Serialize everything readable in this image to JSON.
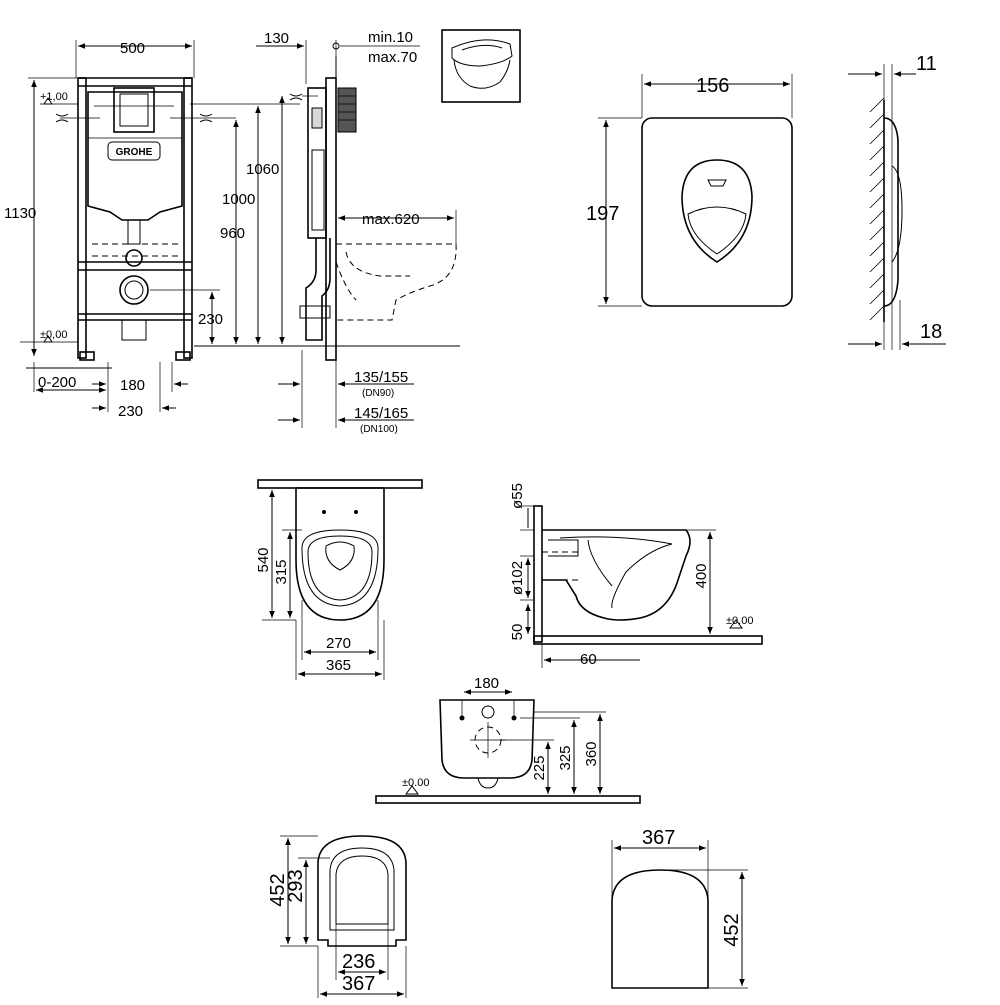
{
  "frame": {
    "labels": {
      "w500": "500",
      "h1130": "1130",
      "plus100": "+1,00",
      "pm000": "±0,00",
      "h1060": "1060",
      "h1000": "1000",
      "h960": "960",
      "h230": "230",
      "r0200": "0-200",
      "w180": "180",
      "w230": "230",
      "w130": "130",
      "min10": "min.10",
      "max70": "max.70",
      "max620": "max.620",
      "d135": "135/155",
      "dn90": "(DN90)",
      "d145": "145/165",
      "dn100": "(DN100)",
      "brand": "GROHE"
    }
  },
  "plate": {
    "labels": {
      "w156": "156",
      "h197": "197",
      "d11": "11",
      "d18": "18"
    }
  },
  "bowl": {
    "labels": {
      "l540": "540",
      "l315": "315",
      "w270": "270",
      "w365": "365",
      "d55": "ø55",
      "d102": "ø102",
      "h400": "400",
      "h50": "50",
      "w60": "60",
      "zero": "±0.00"
    }
  },
  "rear": {
    "labels": {
      "w180": "180",
      "h225": "225",
      "h325": "325",
      "h360": "360",
      "zero": "±0.00"
    }
  },
  "seat": {
    "labels": {
      "h452": "452",
      "h293": "293",
      "w236": "236",
      "w367": "367"
    }
  },
  "cover": {
    "labels": {
      "w367": "367",
      "h452": "452"
    }
  }
}
